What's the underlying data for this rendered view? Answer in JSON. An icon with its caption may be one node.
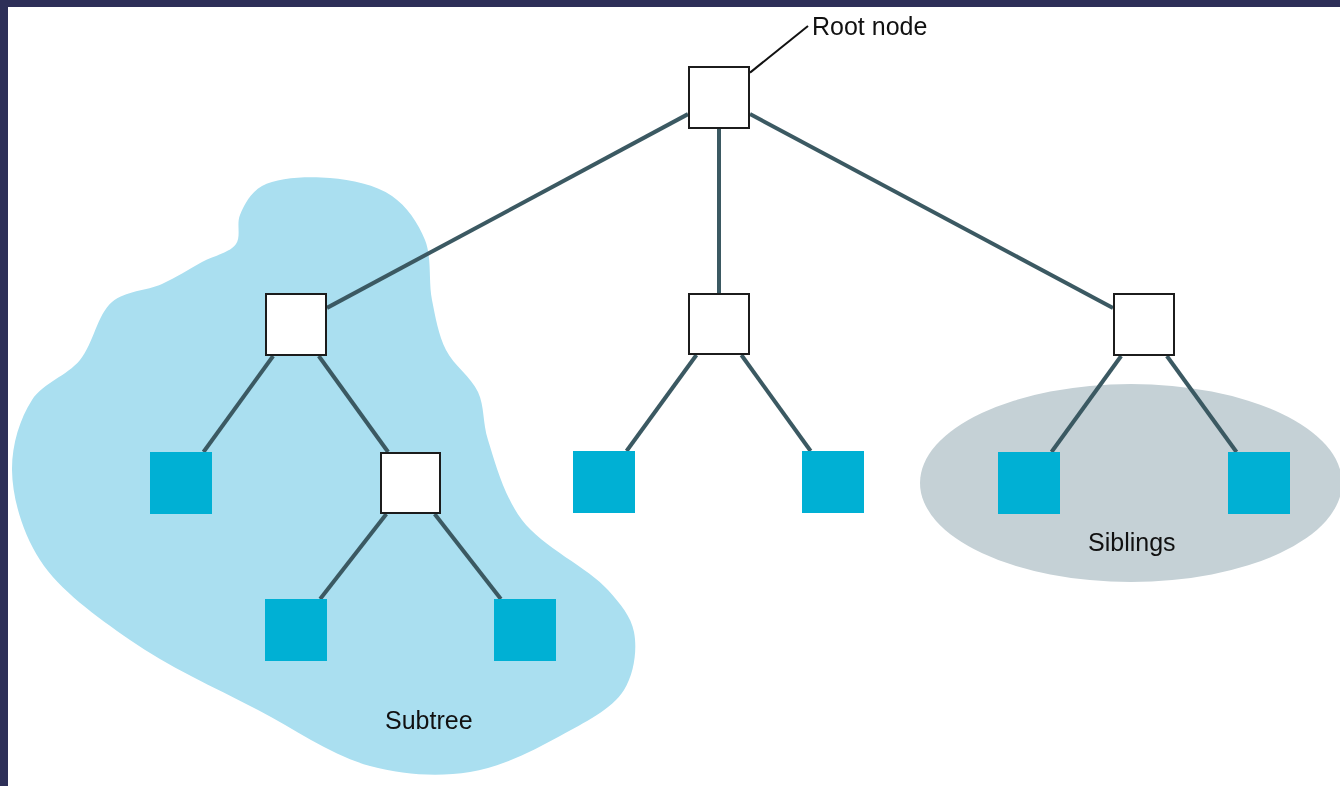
{
  "diagram": {
    "nodes": [
      {
        "text": [
          "Root node"
        ]
      },
      {
        "text": [],
        "shape": "box"
      },
      {
        "text": [
          "Subtree"
        ]
      },
      {
        "text": [],
        "shape": "box",
        "in": 2
      },
      {
        "text": [],
        "shape": "box"
      },
      {
        "text": [],
        "shape": "box"
      },
      {
        "text": [
          "Siblings"
        ]
      },
      {
        "text": [],
        "shape": "box",
        "in": 2
      },
      {
        "text": [],
        "shape": "box",
        "in": 2
      },
      {
        "text": [],
        "shape": "box"
      },
      {
        "text": [],
        "shape": "box"
      },
      {
        "text": [],
        "shape": "box",
        "in": 6
      },
      {
        "text": [],
        "shape": "box",
        "in": 6
      },
      {
        "text": [],
        "shape": "box",
        "in": 2
      },
      {
        "text": [],
        "shape": "box",
        "in": 2
      }
    ],
    "edges": [
      {
        "from": 0,
        "to": 1,
        "arrow": "none",
        "color": "#111111"
      },
      {
        "from": 1,
        "to": 3,
        "arrow": "none"
      },
      {
        "from": 1,
        "to": 4,
        "arrow": "none"
      },
      {
        "from": 1,
        "to": 5,
        "arrow": "none"
      },
      {
        "from": 3,
        "to": 7,
        "arrow": "none"
      },
      {
        "from": 3,
        "to": 8,
        "arrow": "none"
      },
      {
        "from": 8,
        "to": 13,
        "arrow": "none"
      },
      {
        "from": 8,
        "to": 14,
        "arrow": "none"
      },
      {
        "from": 4,
        "to": 9,
        "arrow": "none"
      },
      {
        "from": 4,
        "to": 10,
        "arrow": "none"
      },
      {
        "from": 5,
        "to": 11,
        "arrow": "none"
      },
      {
        "from": 5,
        "to": 12,
        "arrow": "none"
      }
    ]
  }
}
